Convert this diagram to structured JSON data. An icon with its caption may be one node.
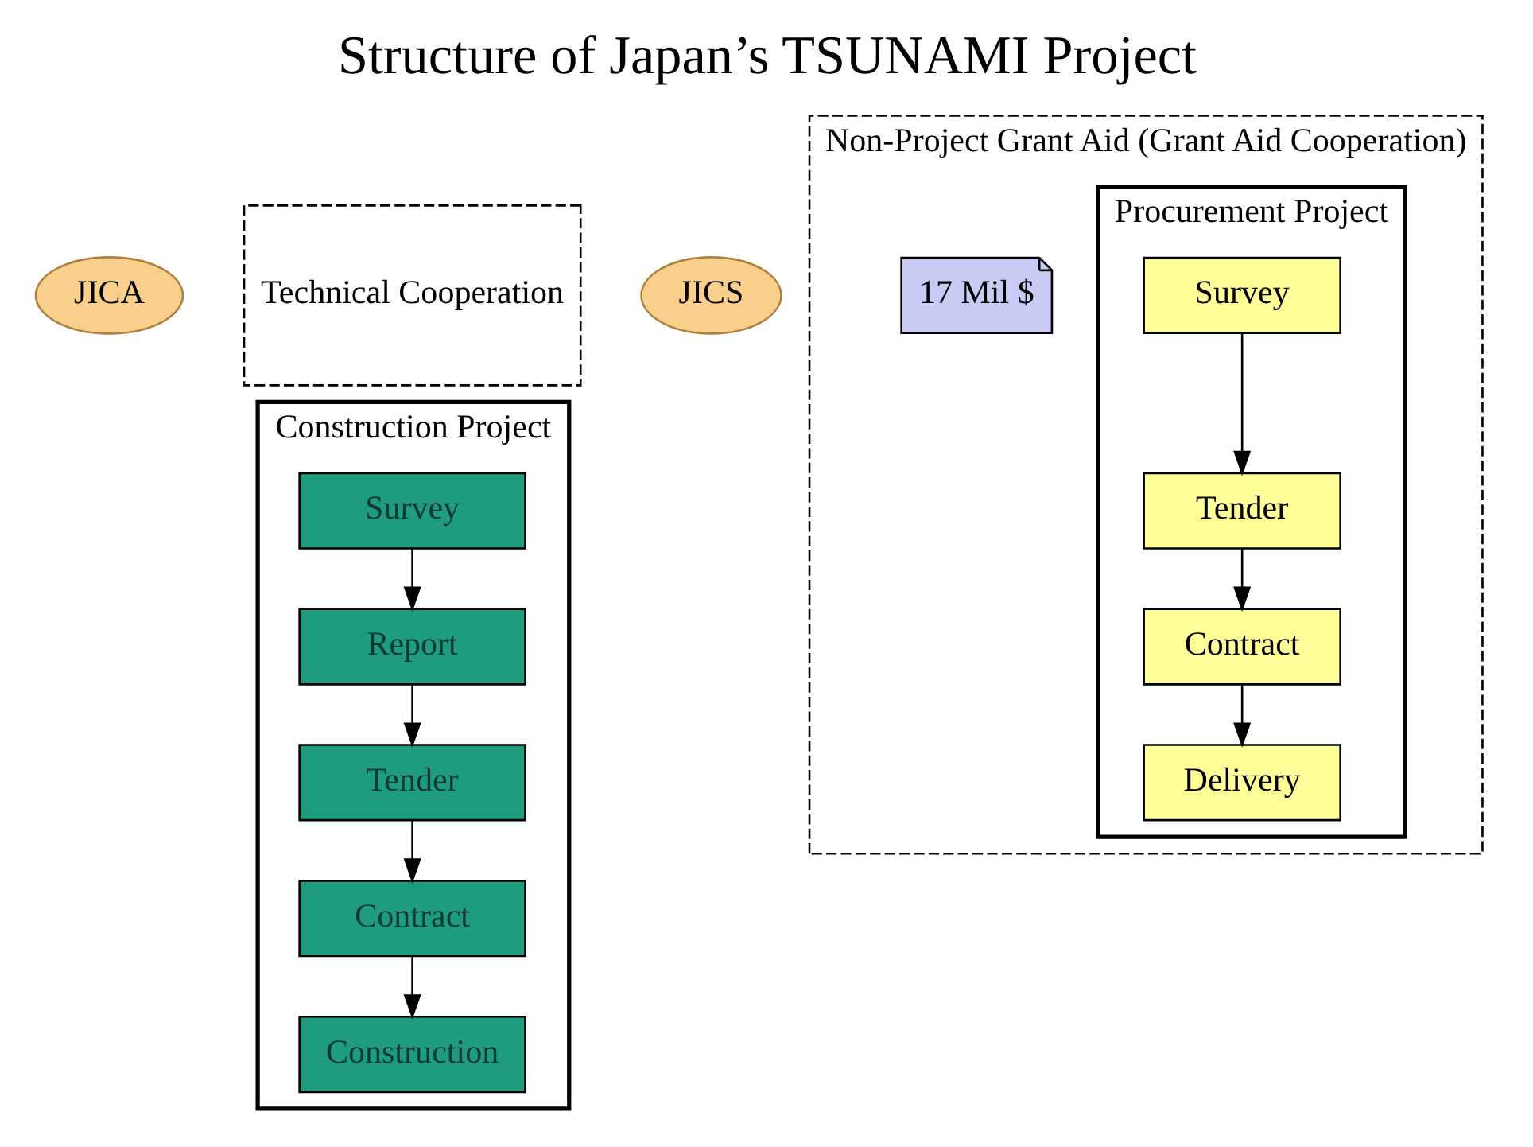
{
  "diagram": {
    "title": "Structure of Japan’s TSUNAMI Project",
    "nodes": [
      {
        "text": [
          "Technical Cooperation"
        ]
      },
      {
        "text": [
          "JICA"
        ]
      },
      {
        "text": [
          "Non-Project Grant Aid (Grant Aid Cooperation)"
        ],
        "beside": [
          "17 Mil $"
        ]
      },
      {
        "text": [
          "JICS"
        ]
      },
      {
        "text": [
          "Construction Project"
        ]
      },
      {
        "text": [
          "Survey"
        ],
        "in": 4
      },
      {
        "text": [
          "Report"
        ],
        "in": 4
      },
      {
        "text": [
          "Tender"
        ],
        "in": 4
      },
      {
        "text": [
          "Contract"
        ],
        "in": 4
      },
      {
        "text": [
          "Construction"
        ],
        "in": 4
      },
      {
        "text": [
          "Procurement Project"
        ],
        "in": 2
      },
      {
        "text": [
          "Survey"
        ],
        "in": 10
      },
      {
        "text": [
          "Tender"
        ],
        "in": 10
      },
      {
        "text": [
          "Contract"
        ],
        "in": 10
      },
      {
        "text": [
          "Delivery"
        ],
        "in": 10
      }
    ],
    "edges": [
      {
        "from": 5,
        "to": 6,
        "arrow": "to"
      },
      {
        "from": 6,
        "to": 7,
        "arrow": "to"
      },
      {
        "from": 7,
        "to": 8,
        "arrow": "to"
      },
      {
        "from": 8,
        "to": 9,
        "arrow": "to"
      },
      {
        "from": 11,
        "to": 12,
        "arrow": "to"
      },
      {
        "from": 12,
        "to": 13,
        "arrow": "to"
      },
      {
        "from": 13,
        "to": 14,
        "arrow": "to"
      }
    ]
  }
}
